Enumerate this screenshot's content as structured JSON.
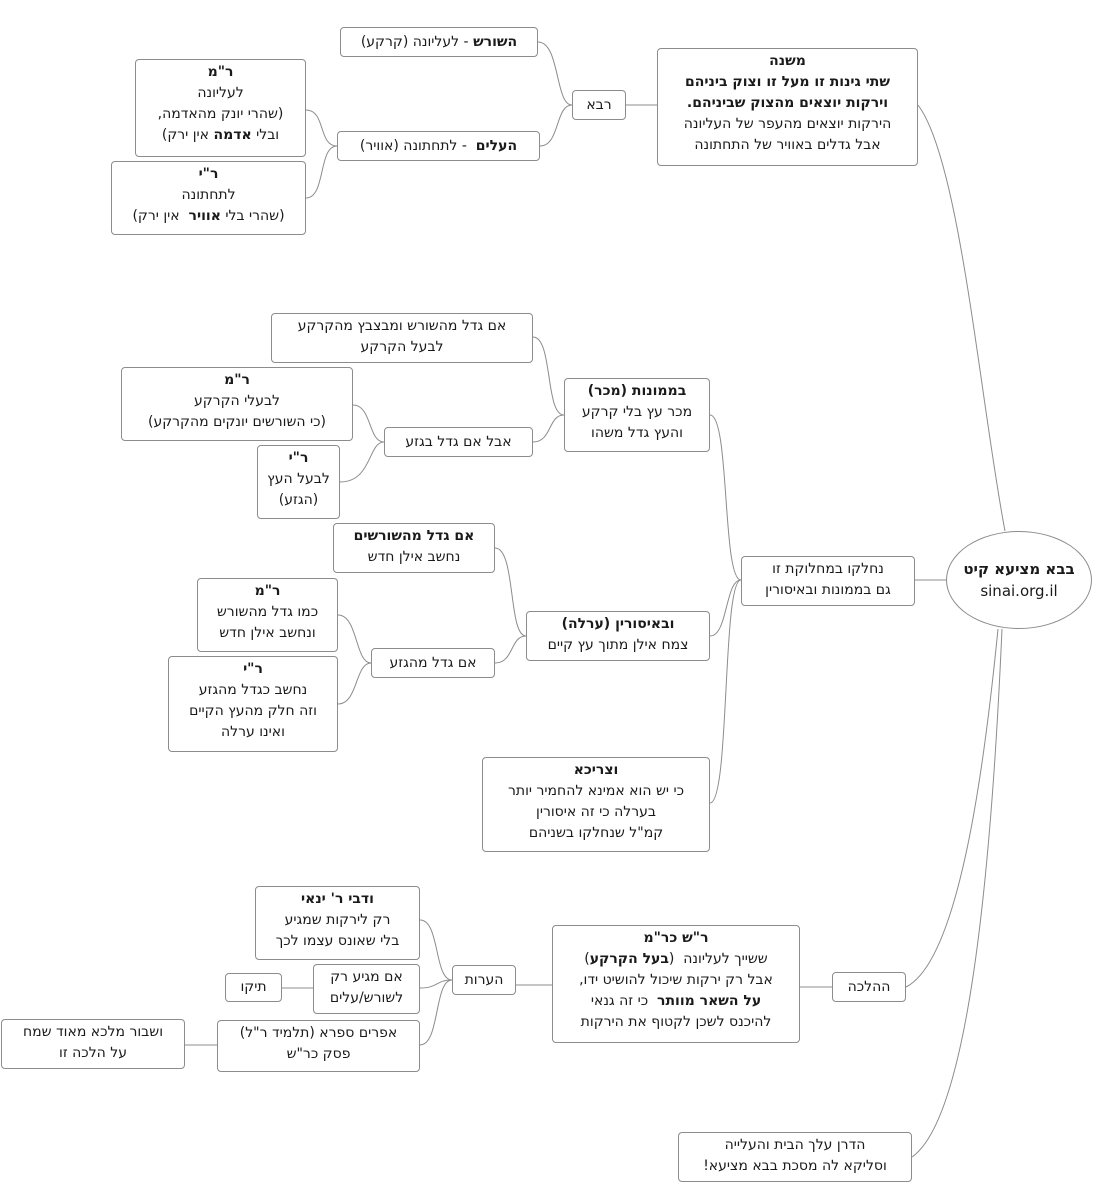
{
  "root": {
    "title": "בבא מציעא קיט",
    "site": "sinai.org.il"
  },
  "mishna": {
    "heading": "משנה",
    "bold1": "שתי גינות זו מעל זו וצוק ביניהם",
    "bold2": "וירקות יוצאים מהצוק שביניהם.",
    "line3": "הירקות יוצאים מהעפר של העליונה",
    "line4": "אבל גדלים באוויר של התחתונה"
  },
  "rava": {
    "label": "רבא"
  },
  "shoresh": {
    "bold": "השורש",
    "rest": " - לעליונה (קרקע)"
  },
  "alim": {
    "bold": "העלים",
    "rest": "  - לתחתונה (אוויר)"
  },
  "rm1": {
    "heading": "ר\"מ",
    "l1": "לעליונה",
    "l2": "(שהרי יונק מהאדמה,",
    "l3a": "ובלי ",
    "l3b": "אדמה",
    "l3c": " אין ירק)"
  },
  "ry1": {
    "heading": "ר\"י",
    "l1": "לתחתונה",
    "l2a": "(שהרי בלי ",
    "l2b": "אוויר",
    "l2c": "  אין ירק)"
  },
  "mamonot": {
    "heading": "בממונות (מכר)",
    "l1": "מכר עץ בלי קרקע",
    "l2": "והעץ גדל משהו"
  },
  "shoresh_box": {
    "l1": "אם גדל מהשורש ומבצבץ מהקרקע",
    "l2": "לבעל הקרקע"
  },
  "geza1": {
    "label": "אבל אם גדל בגזע"
  },
  "rm2": {
    "heading": "ר\"מ",
    "l1": "לבעלי הקרקע",
    "l2": "(כי השורשים יונקים מהקרקע)"
  },
  "ry2": {
    "heading": "ר\"י",
    "l1": "לבעל העץ",
    "l2": "(הגזע)"
  },
  "nechlaku": {
    "l1": "נחלקו במחלוקת זו",
    "l2": "גם בממונות ובאיסורין"
  },
  "isurin": {
    "heading": "ובאיסורין (ערלה)",
    "l1": "צמח אילן מתוך עץ קיים"
  },
  "shorashim": {
    "heading": "אם גדל מהשורשים",
    "l1": "נחשב אילן חדש"
  },
  "geza2": {
    "label": "אם גדל מהגזע"
  },
  "rm3": {
    "heading": "ר\"מ",
    "l1": "כמו גדל מהשורש",
    "l2": "ונחשב אילן חדש"
  },
  "ry3": {
    "heading": "ר\"י",
    "l1": "נחשב כגדל מהגזע",
    "l2": "וזה חלק מהעץ הקיים",
    "l3": "ואינו ערלה"
  },
  "tzricha": {
    "heading": "וצריכא",
    "l1": "כי יש הוא אמינא להחמיר יותר",
    "l2": "בערלה כי זה איסורין",
    "l3": "קמ\"ל שנחלקו בשניהם"
  },
  "halacha": {
    "label": "ההלכה"
  },
  "rsh": {
    "heading": "ר\"ש כר\"מ",
    "l1a": "ששייך לעליונה  (",
    "l1b": "בעל הקרקע",
    "l1c": ")",
    "l2": "אבל רק ירקות שיכול להושיט ידו,",
    "l3a": "על השאר מוותר",
    "l3b": "  כי זה גנאי",
    "l4": "להיכנס לשכן לקטוף את הירקות"
  },
  "heorot": {
    "label": "הערות"
  },
  "yanai": {
    "heading": "ודבי ר' ינאי",
    "l1": "רק לירקות שמגיע",
    "l2": "בלי שאונס עצמו לכך"
  },
  "magia": {
    "l1": "אם מגיע רק",
    "l2": "לשורש/עלים"
  },
  "tiku": {
    "label": "תיקו"
  },
  "efraim": {
    "l1": "אפרים ספרא (תלמיד ר\"ל)",
    "l2": "פסק כר\"ש"
  },
  "shever": {
    "l1": "ושבור מלכא מאוד שמח",
    "l2": "על הלכה זו"
  },
  "hadran": {
    "l1": "הדרן עלך הבית והעלייה",
    "l2": "וסליקא לה מסכת בבא מציעא!"
  },
  "colors": {
    "edge": "#8c8c8c",
    "border": "#8c8c8c"
  }
}
